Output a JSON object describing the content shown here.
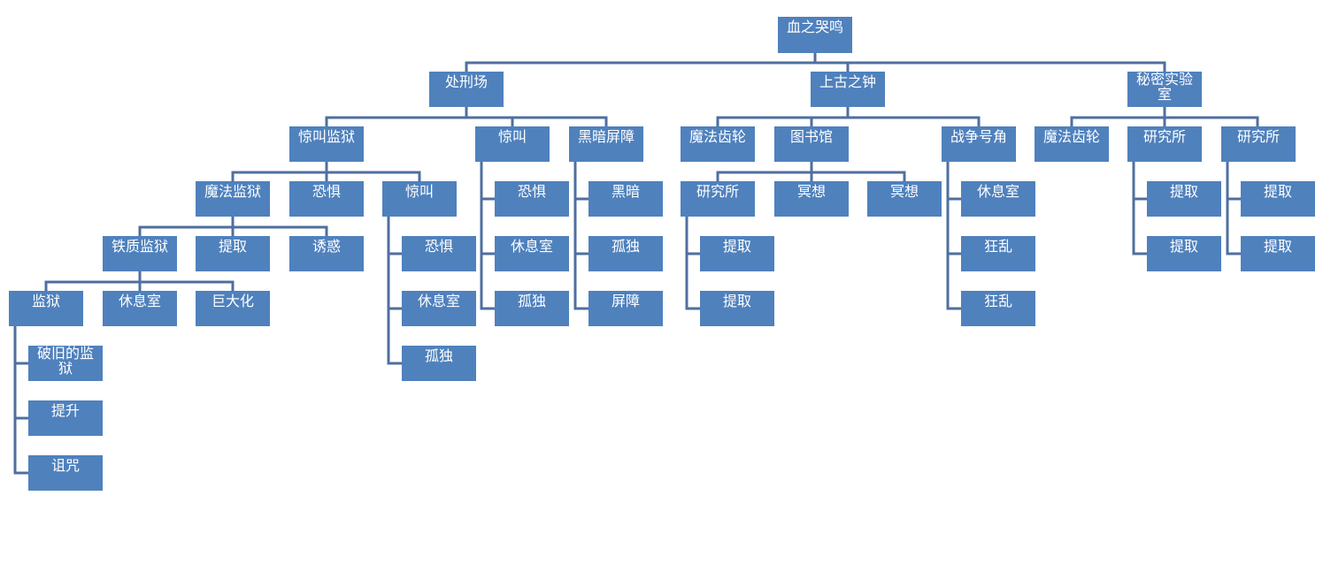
{
  "diagram": {
    "colors": {
      "node_fill": "#4f81bd",
      "node_text": "#ffffff",
      "connector": "#4f6f9f"
    },
    "root": {
      "id": "root",
      "label": "血之哭鸣"
    },
    "nodes": [
      {
        "id": "root",
        "label": "血之哭鸣"
      },
      {
        "id": "n1",
        "label": "处刑场"
      },
      {
        "id": "n2",
        "label": "上古之钟"
      },
      {
        "id": "n3",
        "label": "秘密实验室"
      },
      {
        "id": "n11",
        "label": "惊叫监狱"
      },
      {
        "id": "n12",
        "label": "惊叫"
      },
      {
        "id": "n13",
        "label": "黑暗屏障"
      },
      {
        "id": "n21",
        "label": "魔法齿轮"
      },
      {
        "id": "n22",
        "label": "图书馆"
      },
      {
        "id": "n23",
        "label": "战争号角"
      },
      {
        "id": "n31",
        "label": "魔法齿轮"
      },
      {
        "id": "n32",
        "label": "研究所"
      },
      {
        "id": "n33",
        "label": "研究所"
      },
      {
        "id": "n111",
        "label": "魔法监狱"
      },
      {
        "id": "n112",
        "label": "恐惧"
      },
      {
        "id": "n113",
        "label": "惊叫"
      },
      {
        "id": "n1111",
        "label": "铁质监狱"
      },
      {
        "id": "n1112",
        "label": "提取"
      },
      {
        "id": "n1113",
        "label": "诱惑"
      },
      {
        "id": "n11111",
        "label": "监狱"
      },
      {
        "id": "n11112",
        "label": "休息室"
      },
      {
        "id": "n11113",
        "label": "巨大化"
      },
      {
        "id": "n111111",
        "label": "破旧的监狱"
      },
      {
        "id": "n111112",
        "label": "提升"
      },
      {
        "id": "n111113",
        "label": "诅咒"
      },
      {
        "id": "n1131",
        "label": "恐惧"
      },
      {
        "id": "n1132",
        "label": "休息室"
      },
      {
        "id": "n1133",
        "label": "孤独"
      },
      {
        "id": "n121",
        "label": "恐惧"
      },
      {
        "id": "n122",
        "label": "休息室"
      },
      {
        "id": "n123",
        "label": "孤独"
      },
      {
        "id": "n131",
        "label": "黑暗"
      },
      {
        "id": "n132",
        "label": "孤独"
      },
      {
        "id": "n133",
        "label": "屏障"
      },
      {
        "id": "n221",
        "label": "研究所"
      },
      {
        "id": "n222",
        "label": "冥想"
      },
      {
        "id": "n223",
        "label": "冥想"
      },
      {
        "id": "n2211",
        "label": "提取"
      },
      {
        "id": "n2212",
        "label": "提取"
      },
      {
        "id": "n231",
        "label": "休息室"
      },
      {
        "id": "n232",
        "label": "狂乱"
      },
      {
        "id": "n233",
        "label": "狂乱"
      },
      {
        "id": "n321",
        "label": "提取"
      },
      {
        "id": "n322",
        "label": "提取"
      },
      {
        "id": "n331",
        "label": "提取"
      },
      {
        "id": "n332",
        "label": "提取"
      }
    ]
  }
}
